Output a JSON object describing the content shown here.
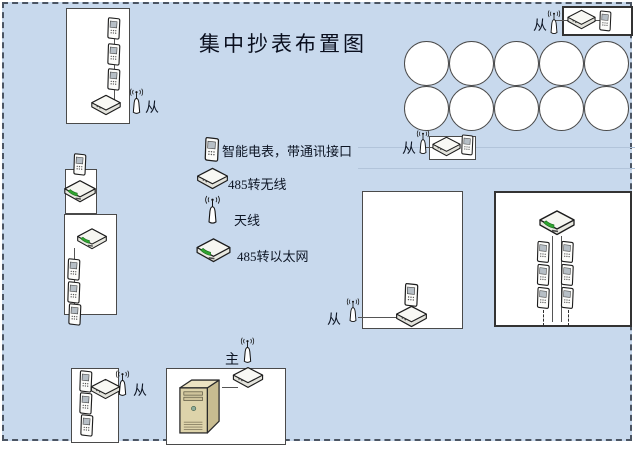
{
  "title": "集中抄表布置图",
  "legend": {
    "items": [
      {
        "icon": "smart-meter-icon",
        "label": "智能电表，带通讯接口"
      },
      {
        "icon": "rs485-wireless-converter-icon",
        "label": "485转无线"
      },
      {
        "icon": "antenna-icon",
        "label": "天线"
      },
      {
        "icon": "rs485-ethernet-converter-icon",
        "label": "485转以太网"
      }
    ]
  },
  "labels": {
    "slave": "从",
    "master": "主"
  },
  "colors": {
    "background": "#c8d9ed",
    "accent_green": "#2fa32f",
    "box_border": "#4a4a4a"
  }
}
